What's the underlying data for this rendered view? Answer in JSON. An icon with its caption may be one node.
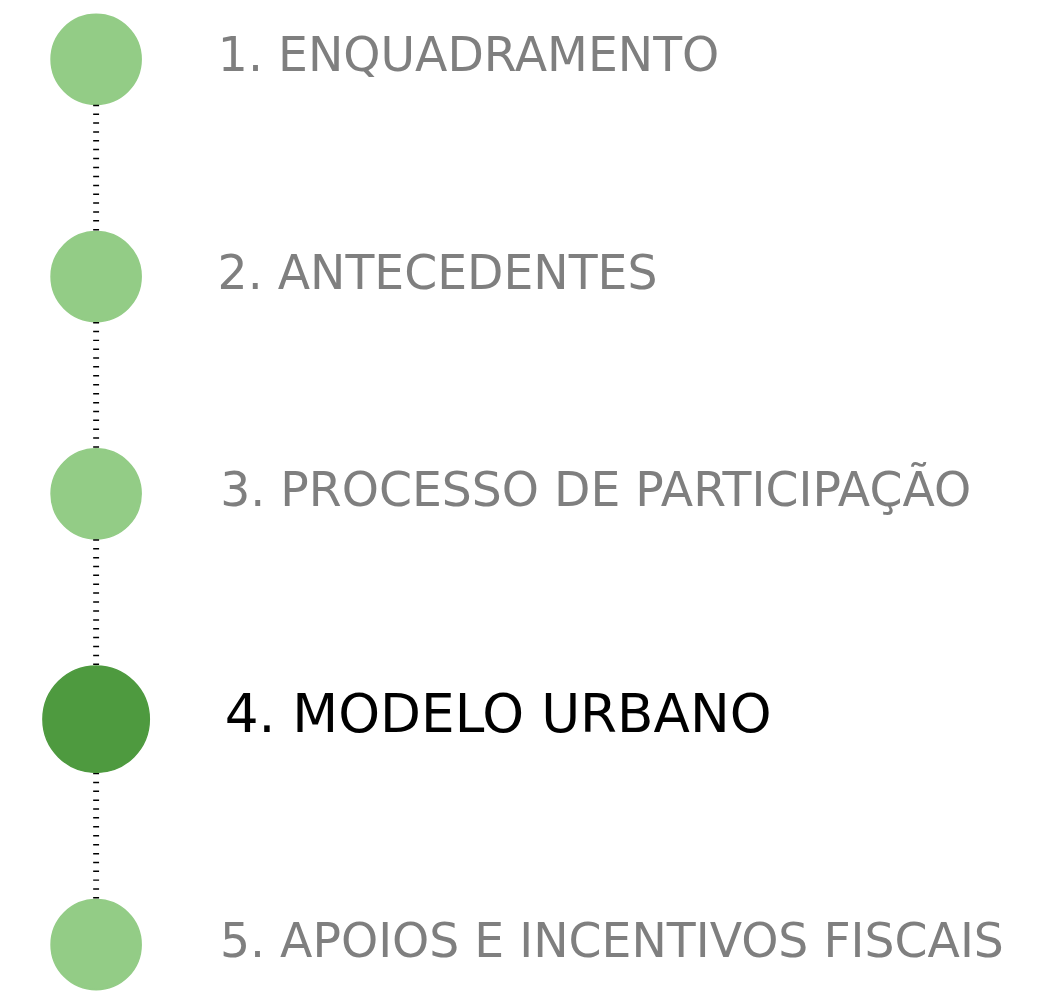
{
  "diagram": {
    "nodes": [
      {
        "text": [],
        "shape": "circle",
        "beside": [
          "1. ENQUADRAMENTO"
        ]
      },
      {
        "text": [],
        "shape": "circle",
        "beside": [
          "2. ANTECEDENTES"
        ]
      },
      {
        "text": [],
        "shape": "circle",
        "beside": [
          "3. PROCESSO DE PARTICIPAÇÃO"
        ]
      },
      {
        "text": [],
        "shape": "circle",
        "beside": [
          "4. MODELO URBANO"
        ]
      },
      {
        "text": [],
        "shape": "circle",
        "beside": [
          "5. APOIOS E INCENTIVOS FISCAIS"
        ]
      }
    ],
    "edges": [
      {
        "from": 0,
        "to": 1,
        "arrow": "none",
        "style": "dashed"
      },
      {
        "from": 1,
        "to": 2,
        "arrow": "none",
        "style": "dashed"
      },
      {
        "from": 2,
        "to": 3,
        "arrow": "none",
        "style": "dashed"
      },
      {
        "from": 3,
        "to": 4,
        "arrow": "none",
        "style": "dashed"
      }
    ]
  }
}
